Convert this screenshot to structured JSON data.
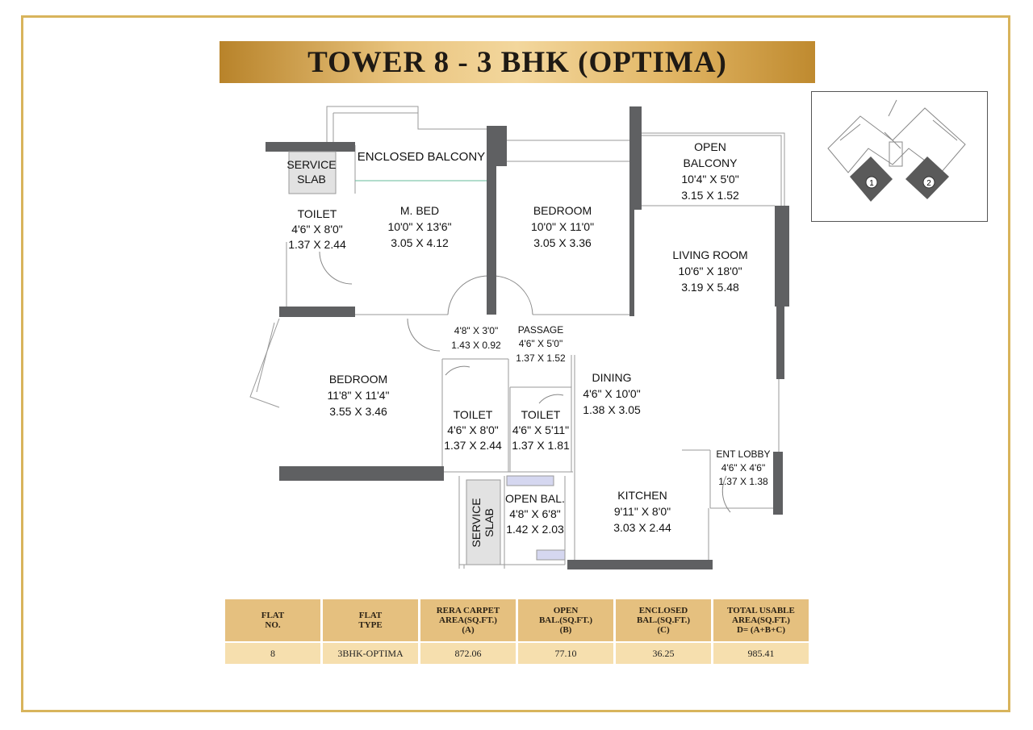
{
  "title": "TOWER 8 - 3 BHK (OPTIMA)",
  "rooms": {
    "service_slab_top": {
      "line1": "SERVICE",
      "line2": "SLAB"
    },
    "enclosed_balcony": {
      "name": "ENCLOSED BALCONY"
    },
    "open_balcony": {
      "line1": "OPEN",
      "line2": "BALCONY",
      "dim_ft": "10'4\" X 5'0\"",
      "dim_m": "3.15 X 1.52"
    },
    "toilet_1": {
      "name": "TOILET",
      "dim_ft": "4'6\" X 8'0\"",
      "dim_m": "1.37 X 2.44"
    },
    "m_bed": {
      "name": "M. BED",
      "dim_ft": "10'0\" X 13'6\"",
      "dim_m": "3.05 X 4.12"
    },
    "bedroom_1": {
      "name": "BEDROOM",
      "dim_ft": "10'0\" X 11'0\"",
      "dim_m": "3.05 X 3.36"
    },
    "living_room": {
      "name": "LIVING ROOM",
      "dim_ft": "10'6\" X 18'0\"",
      "dim_m": "3.19 X 5.48"
    },
    "passage_small": {
      "dim_ft": "4'8\" X 3'0\"",
      "dim_m": "1.43 X 0.92"
    },
    "passage": {
      "name": "PASSAGE",
      "dim_ft": "4'6\" X 5'0\"",
      "dim_m": "1.37 X 1.52"
    },
    "bedroom_2": {
      "name": "BEDROOM",
      "dim_ft": "11'8\" X 11'4\"",
      "dim_m": "3.55 X 3.46"
    },
    "dining": {
      "name": "DINING",
      "dim_ft": "4'6\" X 10'0\"",
      "dim_m": "1.38 X 3.05"
    },
    "toilet_2": {
      "name": "TOILET",
      "dim_ft": "4'6\" X 8'0\"",
      "dim_m": "1.37 X 2.44"
    },
    "toilet_3": {
      "name": "TOILET",
      "dim_ft": "4'6\" X 5'11\"",
      "dim_m": "1.37 X 1.81"
    },
    "ent_lobby": {
      "name": "ENT LOBBY",
      "dim_ft": "4'6\" X 4'6\"",
      "dim_m": "1.37 X 1.38"
    },
    "service_slab_bottom": {
      "line1": "SERVICE",
      "line2": "SLAB"
    },
    "open_bal": {
      "name": "OPEN BAL.",
      "dim_ft": "4'8\" X 6'8\"",
      "dim_m": "1.42 X 2.03"
    },
    "kitchen": {
      "name": "KITCHEN",
      "dim_ft": "9'11\" X 8'0\"",
      "dim_m": "3.03 X 2.44"
    }
  },
  "key_plan": {
    "unit_1": "1",
    "unit_2": "2"
  },
  "area_table": {
    "headers": [
      {
        "l1": "FLAT",
        "l2": "NO.",
        "l3": ""
      },
      {
        "l1": "FLAT",
        "l2": "TYPE",
        "l3": ""
      },
      {
        "l1": "RERA CARPET",
        "l2": "AREA(SQ.FT.)",
        "l3": "(A)"
      },
      {
        "l1": "OPEN",
        "l2": "BAL.(SQ.FT.)",
        "l3": "(B)"
      },
      {
        "l1": "ENCLOSED",
        "l2": "BAL.(SQ.FT.)",
        "l3": "(C)"
      },
      {
        "l1": "TOTAL USABLE",
        "l2": "AREA(SQ.FT.)",
        "l3": "D= (A+B+C)"
      }
    ],
    "row": [
      "8",
      "3BHK-OPTIMA",
      "872.06",
      "77.10",
      "36.25",
      "985.41"
    ]
  },
  "colors": {
    "gold": "#d8b45c",
    "wall": "#5f6062",
    "header_cell": "#e5c07f",
    "value_cell": "#f6dfae"
  }
}
